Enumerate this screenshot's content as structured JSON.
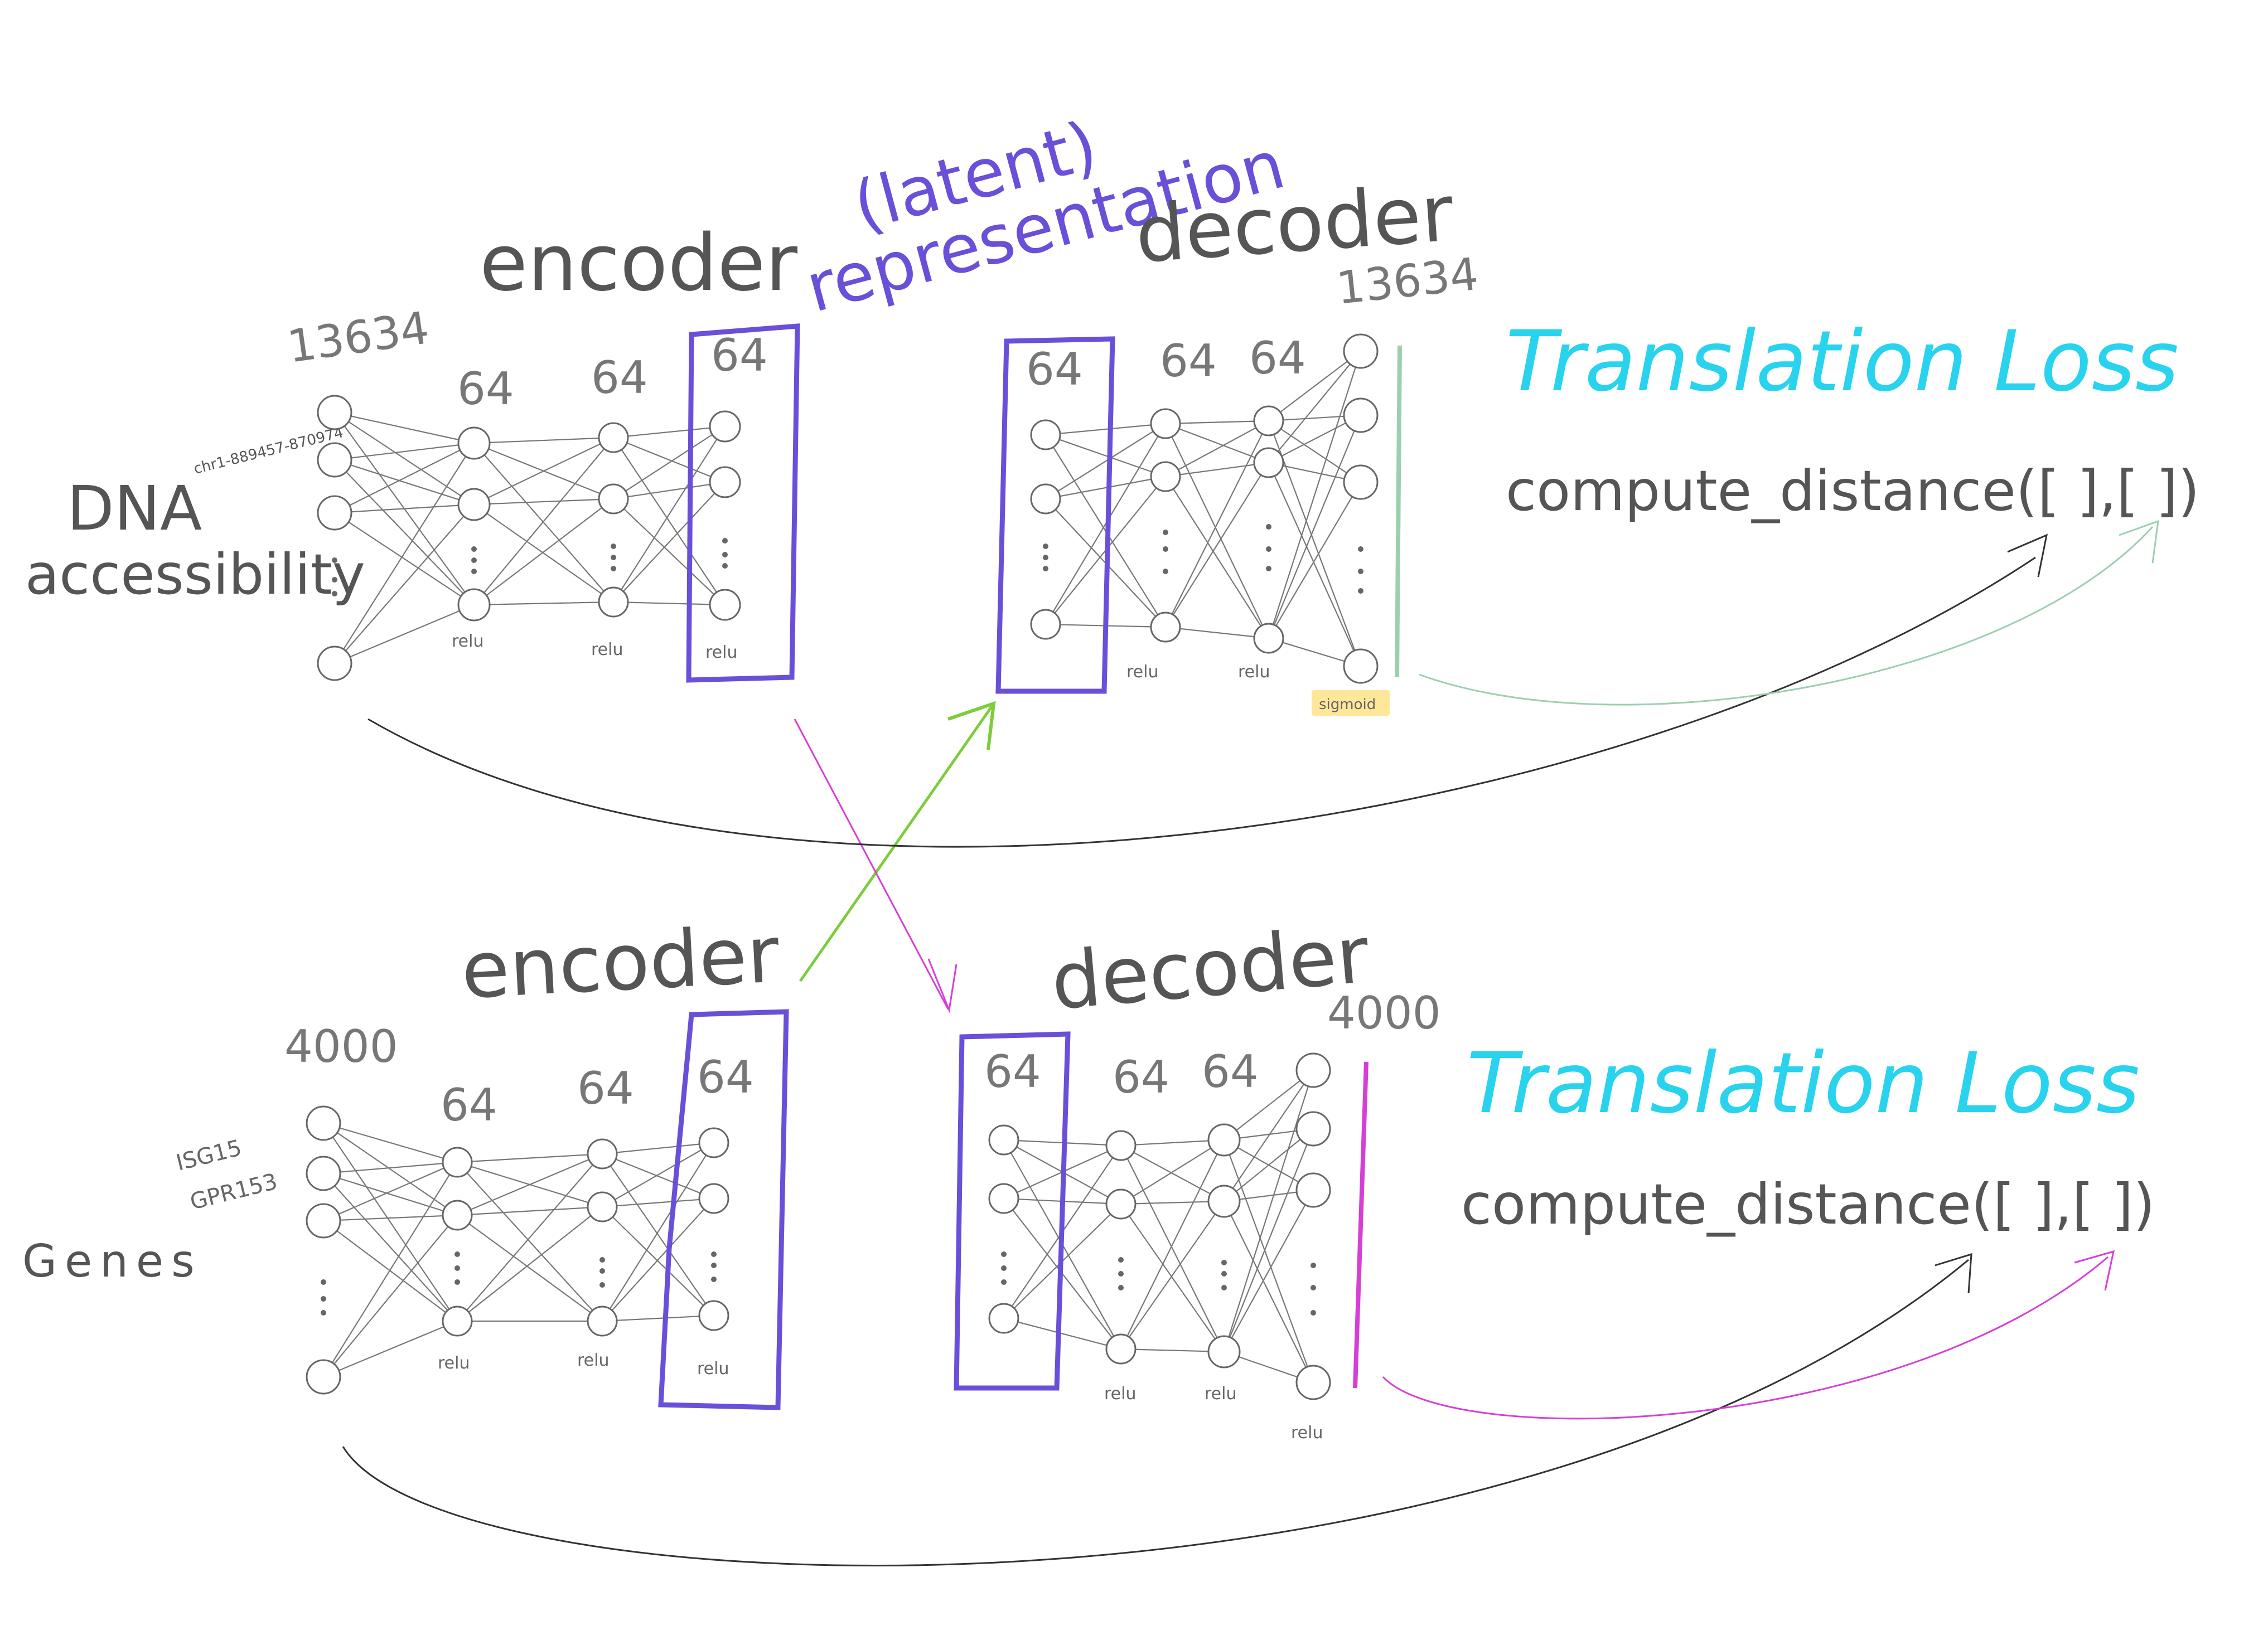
{
  "colors": {
    "ink": "#555555",
    "latent": "#6a4fd8",
    "loss_title": "#29d3ee",
    "green_arrow": "#7ccd3c",
    "magenta": "#d63fd6",
    "mint": "#9ccfb0",
    "sigmoid_bg": "#ffe79a"
  },
  "header": {
    "latent": "(latent)\nrepresentation"
  },
  "rows": [
    {
      "id": "dna",
      "input_label": "DNA\naccessibility",
      "feature_note": "chr1-889457-870974",
      "encoder": {
        "title": "encoder",
        "input_size": "13634",
        "hidden_sizes": [
          "64",
          "64"
        ],
        "latent_size": "64",
        "activations": [
          "relu",
          "relu",
          "relu"
        ]
      },
      "decoder": {
        "title": "decoder",
        "latent_size": "64",
        "hidden_sizes": [
          "64",
          "64"
        ],
        "output_size": "13634",
        "activations": [
          "relu",
          "relu"
        ],
        "output_activation": "sigmoid"
      },
      "loss": {
        "title": "Translation  Loss",
        "formula": "compute_distance([  ],[  ])"
      }
    },
    {
      "id": "genes",
      "input_label": "Genes",
      "feature_note": "ISG15\nGPR153",
      "encoder": {
        "title": "encoder",
        "input_size": "4000",
        "hidden_sizes": [
          "64",
          "64"
        ],
        "latent_size": "64",
        "activations": [
          "relu",
          "relu",
          "relu"
        ]
      },
      "decoder": {
        "title": "decoder",
        "latent_size": "64",
        "hidden_sizes": [
          "64",
          "64"
        ],
        "output_size": "4000",
        "activations": [
          "relu",
          "relu"
        ],
        "output_activation": "relu"
      },
      "loss": {
        "title": "Translation  Loss",
        "formula": "compute_distance([  ],[  ])"
      }
    }
  ]
}
